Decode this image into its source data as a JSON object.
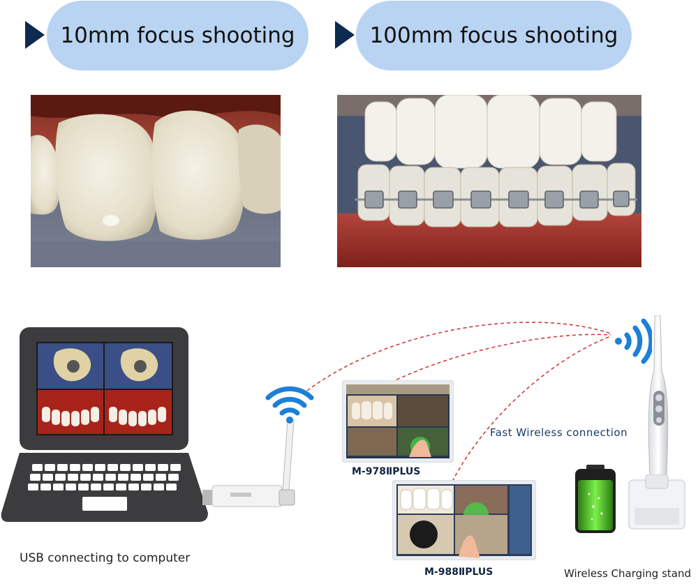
{
  "headers": {
    "left": "10mm focus shooting",
    "right": "100mm focus shooting"
  },
  "captions": {
    "usb": "USB connecting to computer",
    "wireless_connection": "Fast Wireless connection",
    "charging_stand": "Wireless Charging stand"
  },
  "models": {
    "top": "M-978ⅡPLUS",
    "bottom": "M-988ⅡPLUS"
  },
  "colors": {
    "pill": "#b9d3f2",
    "arrow": "#0e2a4e",
    "wifi": "#1c7fd8",
    "dashed_link": "#d23a3a",
    "battery_green": "#5cd62c"
  },
  "icons": {
    "wifi": "wifi-icon",
    "arrow": "triangle-right-icon",
    "battery": "battery-icon",
    "hand": "pointing-hand-icon"
  }
}
